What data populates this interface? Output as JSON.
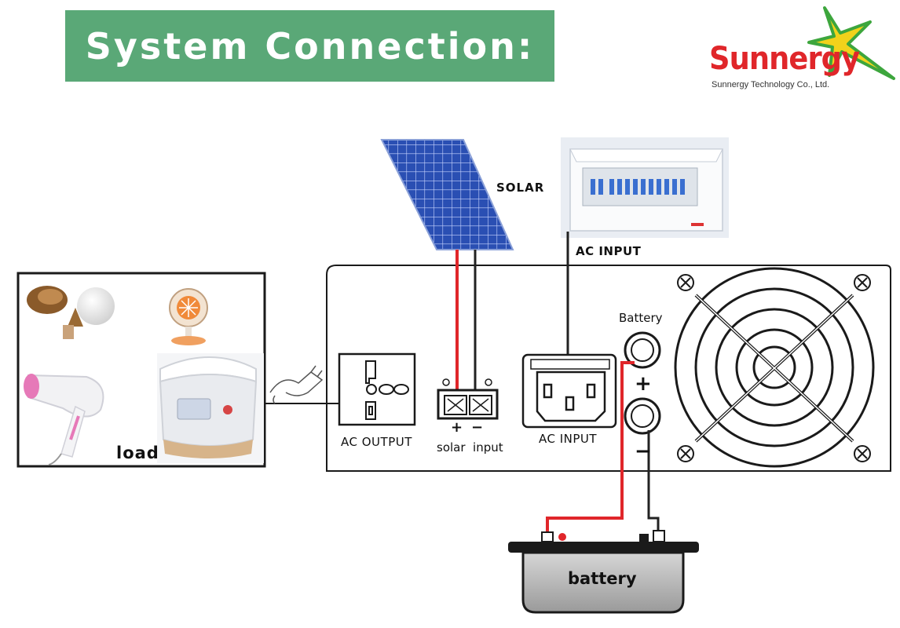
{
  "title": "System Connection:",
  "logo": {
    "name": "Sunnergy",
    "subtitle": "Sunnergy Technology Co., Ltd."
  },
  "labels": {
    "solar": "SOLAR",
    "ac_input_top": "AC INPUT",
    "battery_port": "Battery",
    "plus": "+",
    "minus": "−",
    "ac_output": "AC OUTPUT",
    "solar_input": "solar  input",
    "ac_input_port": "AC INPUT",
    "load": "load",
    "battery": "battery"
  },
  "colors": {
    "banner": "#5aa877",
    "positive_wire": "#e0262a",
    "negative_wire": "#222222",
    "panel_blue": "#2a4fb3",
    "logo_red": "#e0262a",
    "star_green": "#3da63d",
    "star_yellow": "#f2d21b"
  },
  "icons": [
    "solar-panel-icon",
    "breaker-box-icon",
    "led-bulb-icon",
    "heater-icon",
    "hair-dryer-icon",
    "rice-cooker-icon",
    "plug-icon",
    "fan-grille-icon",
    "battery-icon"
  ]
}
